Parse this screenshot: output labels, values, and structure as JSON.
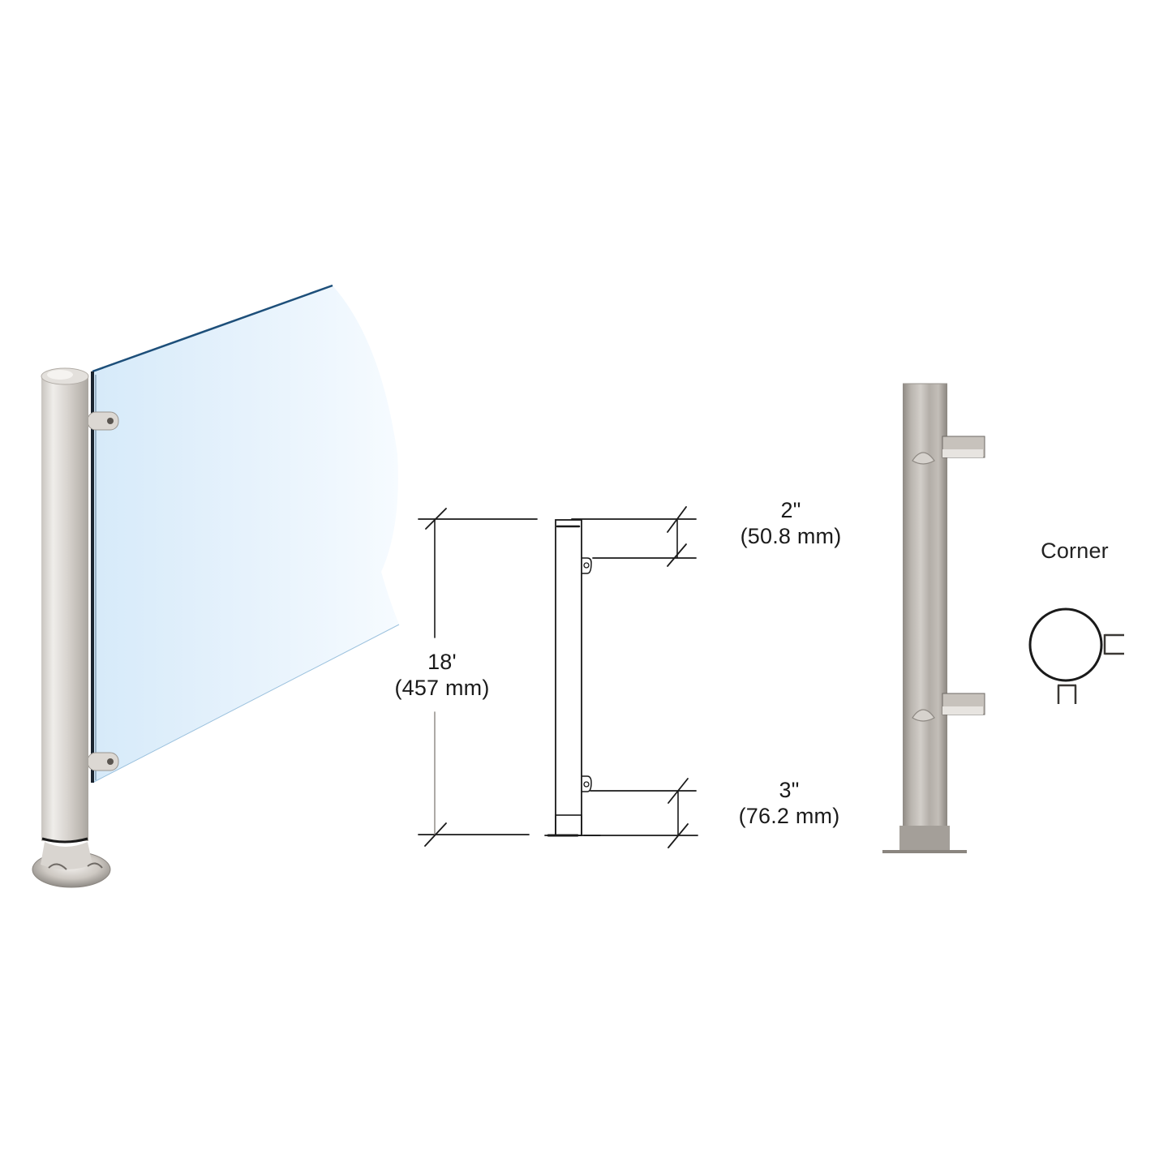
{
  "figure": {
    "title": "Glass railing corner post with clamps",
    "panels": [
      {
        "id": "photo",
        "description": "Rendered photo of round stainless post with glass panel"
      },
      {
        "id": "drawing",
        "description": "Dimensioned elevation line drawing"
      },
      {
        "id": "product",
        "description": "Brushed stainless post product photo"
      },
      {
        "id": "plan",
        "description": "Plan view of post with clamp positions"
      }
    ]
  },
  "dimensions": {
    "overall": {
      "imperial": "18'",
      "metric": "(457 mm)"
    },
    "top_offset": {
      "imperial": "2\"",
      "metric": "(50.8 mm)"
    },
    "bottom_offset": {
      "imperial": "3\"",
      "metric": "(76.2 mm)"
    }
  },
  "plan_view": {
    "label": "Corner"
  },
  "colors": {
    "glass_fill": "#e8f3fc",
    "glass_edge": "#1d4f7a",
    "steel_light": "#e6e3df",
    "steel_mid": "#bdb8b2",
    "steel_dark": "#8f8a84",
    "line": "#1a1a1a"
  }
}
